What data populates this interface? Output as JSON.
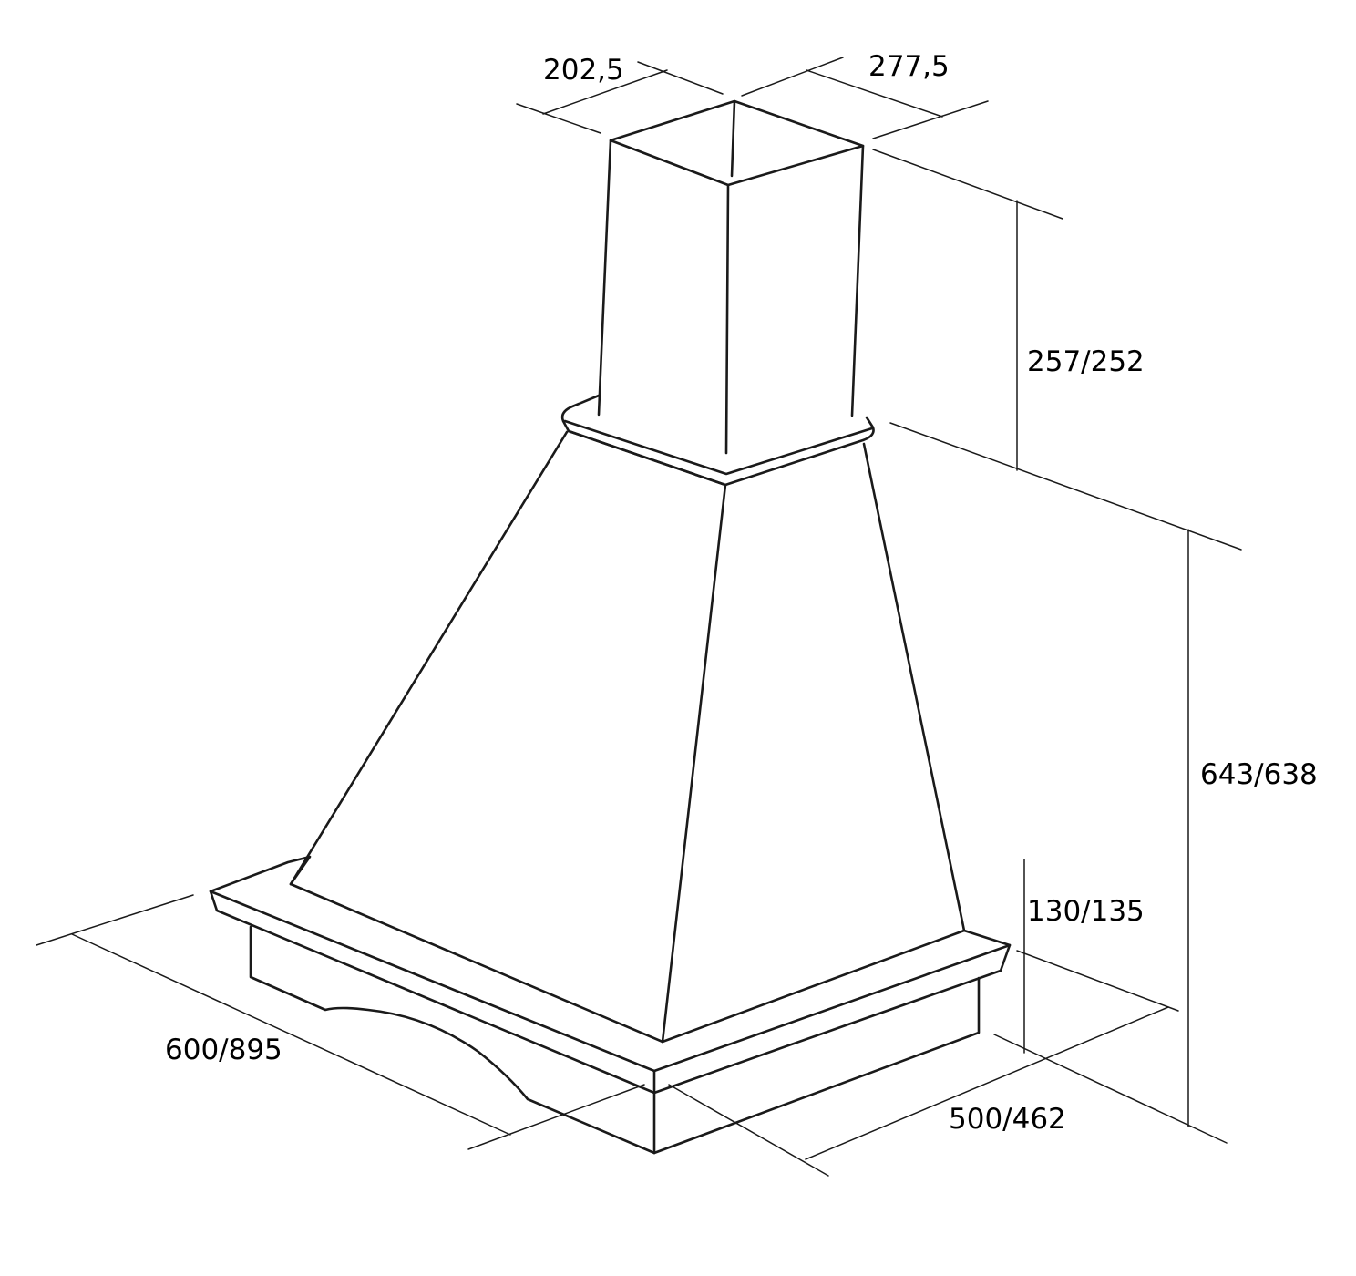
{
  "diagram": {
    "dimensions": {
      "chimney_depth": "202,5",
      "chimney_width": "277,5",
      "chimney_height": "257/252",
      "total_height": "643/638",
      "base_height": "130/135",
      "hood_width": "600/895",
      "hood_depth": "500/462"
    },
    "colors": {
      "line": "#1a1a1a",
      "background": "#ffffff"
    }
  }
}
